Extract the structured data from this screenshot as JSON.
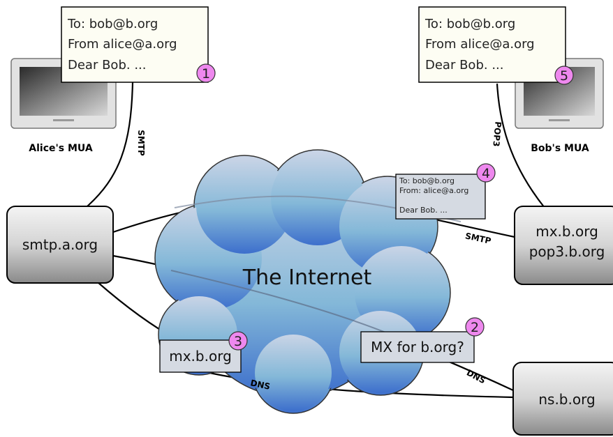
{
  "nodes": {
    "smtp_a": "smtp.a.org",
    "mx_b": "mx.b.org",
    "pop3_b": "pop3.b.org",
    "ns_b": "ns.b.org"
  },
  "internet_label": "The Internet",
  "mua": {
    "alice": "Alice's MUA",
    "bob": "Bob's MUA"
  },
  "messages": {
    "alice": {
      "line1": "To: bob@b.org",
      "line2": "From alice@a.org",
      "line3": "Dear Bob. ...",
      "step": "1"
    },
    "bob": {
      "line1": "To: bob@b.org",
      "line2": "From alice@a.org",
      "line3": "Dear Bob. ...",
      "step": "5"
    },
    "transit": {
      "line1": "To: bob@b.org",
      "line2": "From: alice@a.org",
      "line3": "Dear Bob. ...",
      "step": "4"
    }
  },
  "dns_query": {
    "text": "MX for b.org?",
    "step": "2"
  },
  "dns_answer": {
    "text": "mx.b.org",
    "step": "3"
  },
  "protocols": {
    "alice_smtp": "SMTP",
    "bob_pop3": "POP3",
    "relay_smtp": "SMTP",
    "dns_right": "DNS",
    "dns_bottom": "DNS"
  },
  "colors": {
    "step_badge": "#ee88ee",
    "cloud_top": "#c7d3e6",
    "cloud_bottom": "#3f74c9",
    "server_top": "#f2f2f2",
    "server_bottom": "#8c8c8c",
    "note_bg": "#fdfdf3",
    "callout_bg": "#d5dae2"
  }
}
